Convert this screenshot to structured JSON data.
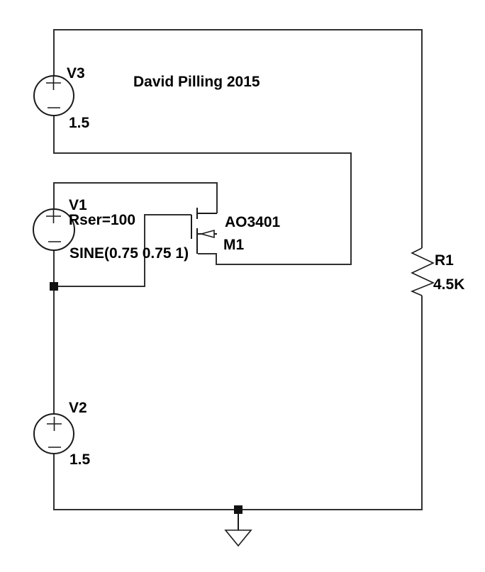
{
  "canvas": {
    "background": "#ffffff",
    "wire_color": "#303030",
    "text_color": "#000000"
  },
  "credit": {
    "text": "David Pilling 2015"
  },
  "sources": {
    "v3": {
      "label": "V3",
      "value": "1.5"
    },
    "v1": {
      "label": "V1",
      "param": "Rser=100",
      "value": "SINE(0.75 0.75 1)"
    },
    "v2": {
      "label": "V2",
      "value": "1.5"
    }
  },
  "transistor": {
    "label": "M1",
    "model": "AO3401"
  },
  "resistor": {
    "label": "R1",
    "value": "4.5K"
  },
  "icons": {
    "plus": "+",
    "minus": "−",
    "ground": "▽"
  }
}
